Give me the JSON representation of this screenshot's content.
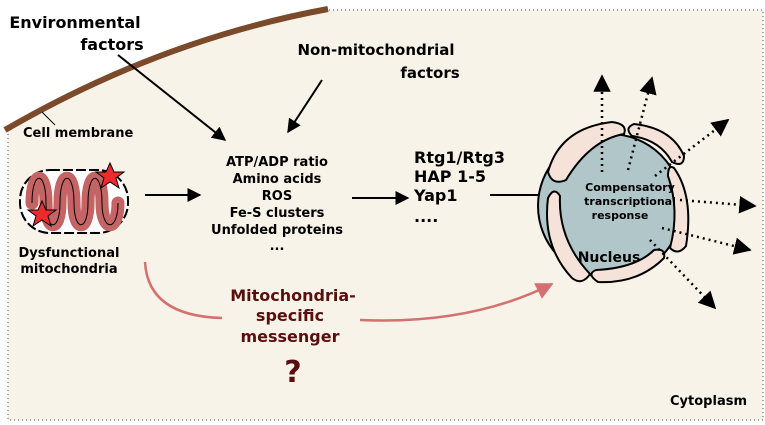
{
  "labels": {
    "environmental_factors_1": "Environmental",
    "environmental_factors_2": "factors",
    "non_mito_1": "Non-mitochondrial",
    "non_mito_2": "factors",
    "cell_membrane": "Cell membrane",
    "dysfunctional_1": "Dysfunctional",
    "dysfunctional_2": "mitochondria",
    "signals": [
      "ATP/ADP ratio",
      "Amino acids",
      "ROS",
      "Fe-S clusters",
      "Unfolded proteins",
      "..."
    ],
    "regulators": [
      "Rtg1/Rtg3",
      "HAP 1-5",
      "Yap1",
      "...."
    ],
    "response": [
      "Compensatory",
      "transcriptional",
      "response"
    ],
    "nucleus": "Nucleus",
    "messenger": [
      "Mitochondria-",
      "specific",
      "messenger"
    ],
    "question_mark": "?",
    "cytoplasm": "Cytoplasm"
  },
  "colors": {
    "cytoplasm_fill": "#f8f3e8",
    "membrane": "#7a4a2a",
    "mito_fill": "#c46464",
    "star": "#ee2b2b",
    "nucleus_fill": "#b1c6c9",
    "envelope_fill": "#f5e2d8",
    "messenger_text": "#5a0f0f",
    "messenger_arrow": "#d47070"
  }
}
